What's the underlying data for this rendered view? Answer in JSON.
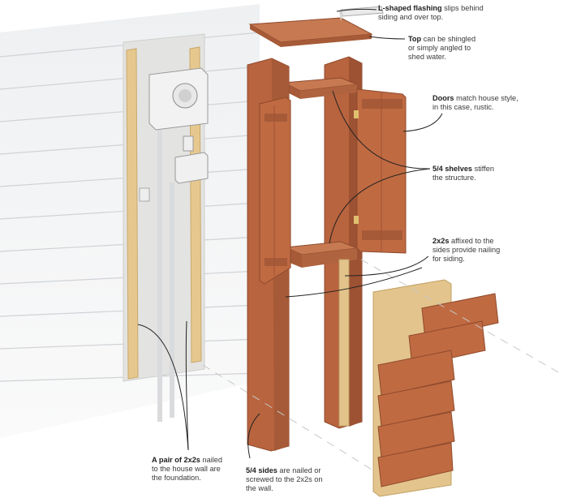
{
  "callouts": {
    "flashing": {
      "bold": "L-shaped flashing",
      "text": " slips behind siding and over top."
    },
    "top": {
      "bold": "Top",
      "text": " can be shingled or simply angled to shed water."
    },
    "doors": {
      "bold": "Doors",
      "text": " match house style, in this case, rustic."
    },
    "shelves": {
      "bold": "5/4 shelves",
      "text": " stiffen the structure."
    },
    "nailers": {
      "bold": "2x2s",
      "text": " affixed to the sides provide nailing for siding."
    },
    "foundation": {
      "bold": "A pair of 2x2s",
      "text": " nailed to the house wall are the foundation."
    },
    "sides": {
      "bold": "5/4 sides",
      "text": " are nailed or screwed to the 2x2s on the wall."
    }
  },
  "colors": {
    "wood": "#b8643e",
    "wood_dark": "#8e4a2c",
    "pine": "#e2c48a",
    "siding_line": "#d4d7da",
    "ink": "#222222"
  }
}
